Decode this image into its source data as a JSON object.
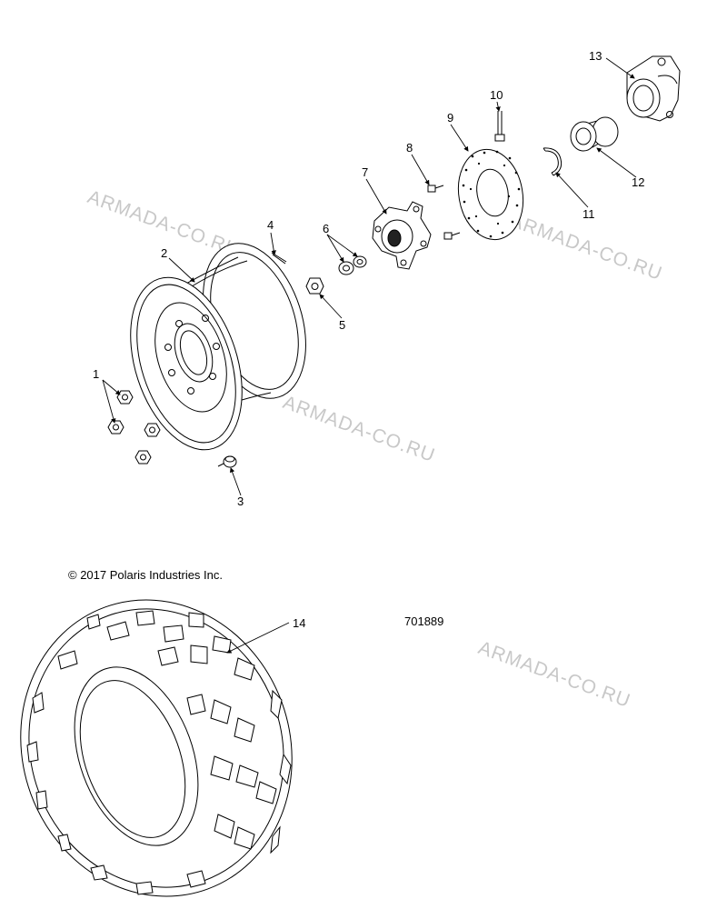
{
  "diagram": {
    "copyright": "© 2017 Polaris Industries Inc.",
    "diagram_number": "701889",
    "watermarks": [
      "ARMADA-CO.RU",
      "ARMADA-CO.RU",
      "ARMADA-CO.RU",
      "ARMADA-CO.RU"
    ],
    "callouts": [
      "1",
      "2",
      "3",
      "4",
      "5",
      "6",
      "7",
      "8",
      "9",
      "10",
      "11",
      "12",
      "13",
      "14"
    ]
  }
}
